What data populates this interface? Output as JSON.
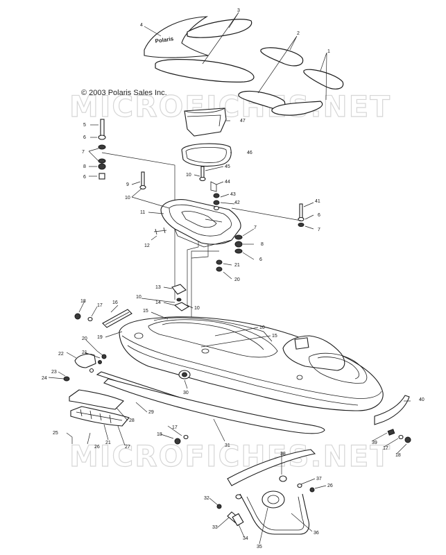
{
  "copyright": "© 2003 Polaris Sales Inc.",
  "watermarks": [
    "MICROFICHES.NET",
    "MICROFICHES.NET"
  ],
  "logo_text": "Polaris",
  "callouts": [
    {
      "id": "c1",
      "text": "1"
    },
    {
      "id": "c2",
      "text": "2"
    },
    {
      "id": "c3",
      "text": "3"
    },
    {
      "id": "c4",
      "text": "4"
    },
    {
      "id": "c5",
      "text": "5"
    },
    {
      "id": "c6a",
      "text": "6"
    },
    {
      "id": "c7a",
      "text": "7"
    },
    {
      "id": "c8a",
      "text": "8"
    },
    {
      "id": "c6b",
      "text": "6"
    },
    {
      "id": "c47",
      "text": "47"
    },
    {
      "id": "c46",
      "text": "46"
    },
    {
      "id": "c10a",
      "text": "10"
    },
    {
      "id": "c45",
      "text": "45"
    },
    {
      "id": "c44",
      "text": "44"
    },
    {
      "id": "c9",
      "text": "9"
    },
    {
      "id": "c10b",
      "text": "10"
    },
    {
      "id": "c43",
      "text": "43"
    },
    {
      "id": "c42",
      "text": "42"
    },
    {
      "id": "c41",
      "text": "41"
    },
    {
      "id": "c6c",
      "text": "6"
    },
    {
      "id": "c7b",
      "text": "7"
    },
    {
      "id": "c11",
      "text": "11"
    },
    {
      "id": "c7c",
      "text": "7"
    },
    {
      "id": "c12",
      "text": "12"
    },
    {
      "id": "c8b",
      "text": "8"
    },
    {
      "id": "c6d",
      "text": "6"
    },
    {
      "id": "c21a",
      "text": "21"
    },
    {
      "id": "c20a",
      "text": "20"
    },
    {
      "id": "c13",
      "text": "13"
    },
    {
      "id": "c10c",
      "text": "10"
    },
    {
      "id": "c14",
      "text": "14"
    },
    {
      "id": "c10d",
      "text": "10"
    },
    {
      "id": "c16",
      "text": "16"
    },
    {
      "id": "c18a",
      "text": "18"
    },
    {
      "id": "c17a",
      "text": "17"
    },
    {
      "id": "c15a",
      "text": "15"
    },
    {
      "id": "c10e",
      "text": "10"
    },
    {
      "id": "c15b",
      "text": "15"
    },
    {
      "id": "c19",
      "text": "19"
    },
    {
      "id": "c20b",
      "text": "20"
    },
    {
      "id": "c21b",
      "text": "21"
    },
    {
      "id": "c22",
      "text": "22"
    },
    {
      "id": "c23",
      "text": "23"
    },
    {
      "id": "c24",
      "text": "24"
    },
    {
      "id": "c30",
      "text": "30"
    },
    {
      "id": "c29",
      "text": "29"
    },
    {
      "id": "c28",
      "text": "28"
    },
    {
      "id": "c40",
      "text": "40"
    },
    {
      "id": "c25",
      "text": "25"
    },
    {
      "id": "c21c",
      "text": "21"
    },
    {
      "id": "c26a",
      "text": "26"
    },
    {
      "id": "c27",
      "text": "27"
    },
    {
      "id": "c17b",
      "text": "17"
    },
    {
      "id": "c18b",
      "text": "18"
    },
    {
      "id": "c31",
      "text": "31"
    },
    {
      "id": "c39",
      "text": "39"
    },
    {
      "id": "c17c",
      "text": "17"
    },
    {
      "id": "c18c",
      "text": "18"
    },
    {
      "id": "c38",
      "text": "38"
    },
    {
      "id": "c37",
      "text": "37"
    },
    {
      "id": "c26b",
      "text": "26"
    },
    {
      "id": "c32",
      "text": "32"
    },
    {
      "id": "c33",
      "text": "33"
    },
    {
      "id": "c36",
      "text": "36"
    },
    {
      "id": "c34",
      "text": "34"
    },
    {
      "id": "c35",
      "text": "35"
    }
  ]
}
